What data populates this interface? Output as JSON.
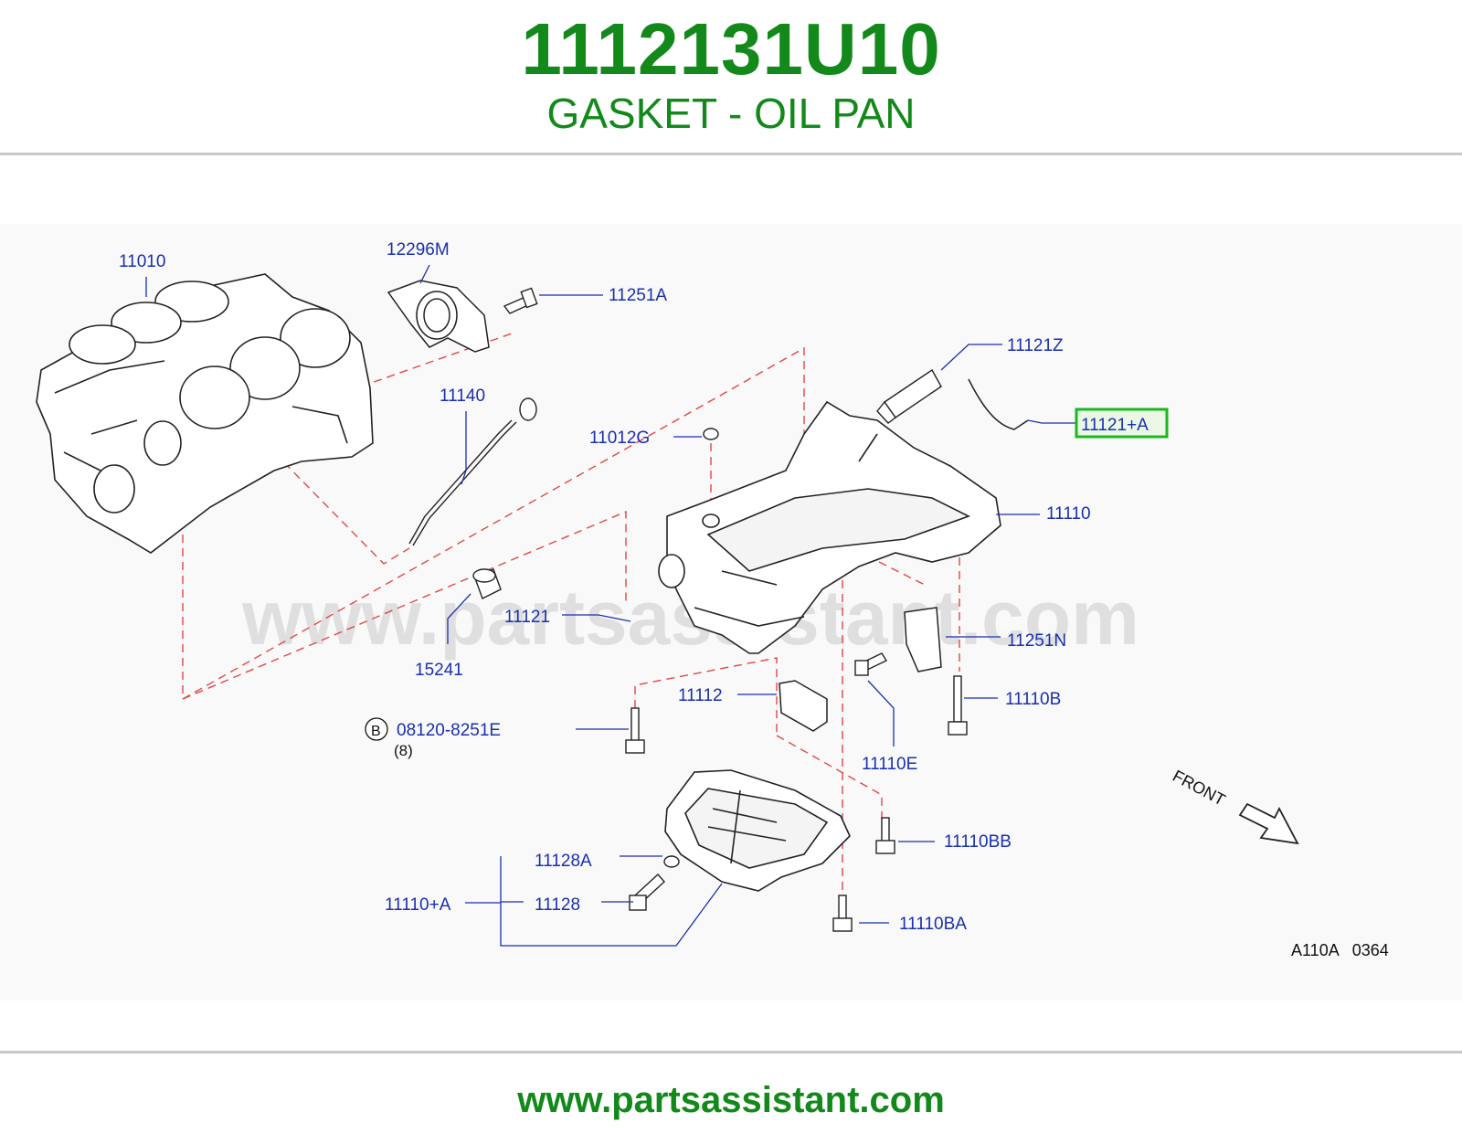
{
  "header": {
    "part_number": "1112131U10",
    "part_name": "GASKET - OIL PAN"
  },
  "footer": {
    "site": "www.partsassistant.com"
  },
  "diagram": {
    "watermark": "www.partsassistant.com",
    "highlight_color": "#19b81f",
    "label_color": "#1a2fb0",
    "labels": {
      "l11010": "11010",
      "l12296M": "12296M",
      "l11251A": "11251A",
      "l11121Z": "11121Z",
      "l11121A": "11121+A",
      "l11140": "11140",
      "l11012G": "11012G",
      "l11110": "11110",
      "l11121": "11121",
      "l11251N": "11251N",
      "l15241": "15241",
      "l11112": "11112",
      "l11110B": "11110B",
      "l08120": "08120-8251E",
      "l11110E": "11110E",
      "l11110BB": "11110BB",
      "l11128A": "11128A",
      "l11110A": "11110+A",
      "l11128": "11128",
      "l11110BA": "11110BA"
    },
    "callout_b": "B",
    "qty": "(8)",
    "front": "FRONT",
    "code": "A110A   0364"
  }
}
